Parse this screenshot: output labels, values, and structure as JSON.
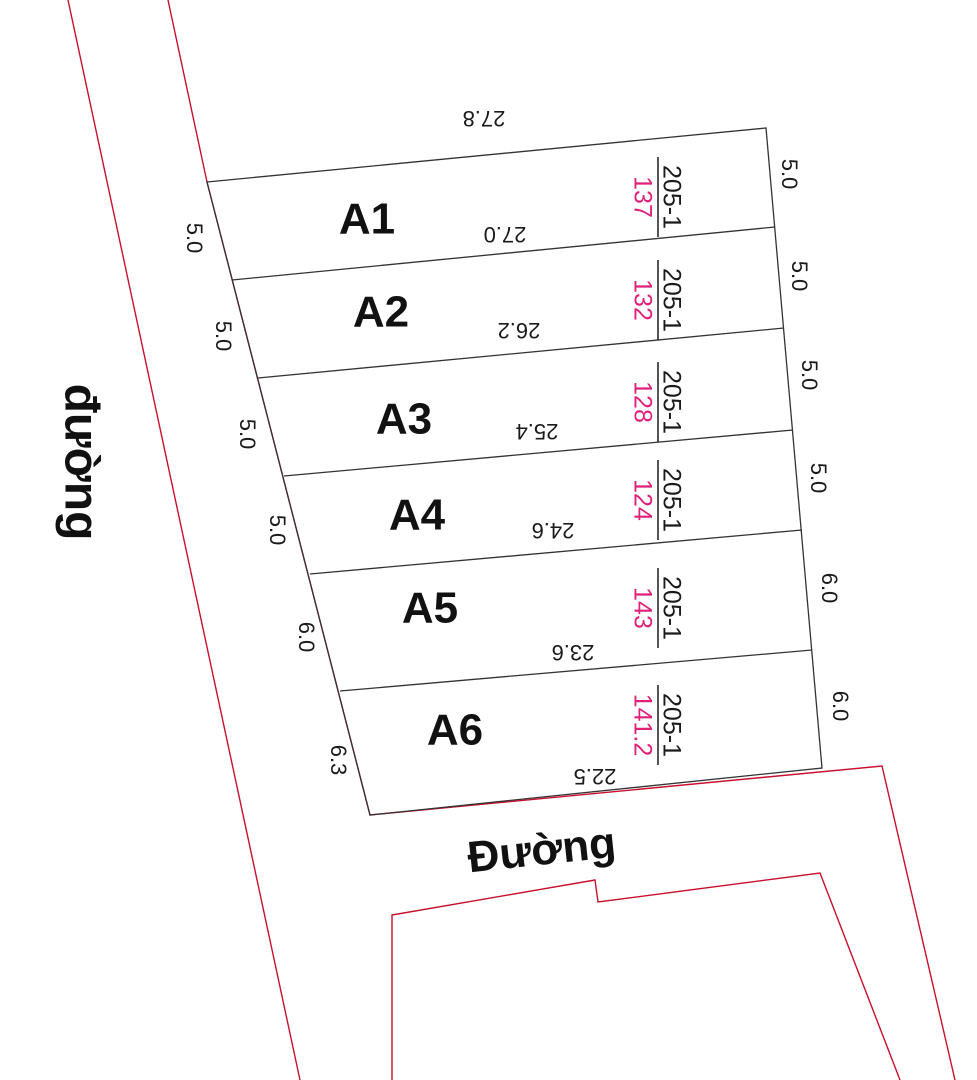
{
  "roads": {
    "left_label": "đường",
    "bottom_label": "Đường"
  },
  "frontage": {
    "top": "27.8",
    "left_segments": [
      "5.0",
      "5.0",
      "5.0",
      "5.0",
      "6.0",
      "6.3"
    ],
    "right_segments": [
      "5.0",
      "5.0",
      "5.0",
      "5.0",
      "6.0",
      "6.0"
    ]
  },
  "plots": [
    {
      "name": "A1",
      "depth": "27.0",
      "parcel": "205-1",
      "area": "137"
    },
    {
      "name": "A2",
      "depth": "26.2",
      "parcel": "205-1",
      "area": "132"
    },
    {
      "name": "A3",
      "depth": "25.4",
      "parcel": "205-1",
      "area": "128"
    },
    {
      "name": "A4",
      "depth": "24.6",
      "parcel": "205-1",
      "area": "124"
    },
    {
      "name": "A5",
      "depth": "23.6",
      "parcel": "205-1",
      "area": "143"
    },
    {
      "name": "A6",
      "depth": "22.5",
      "parcel": "205-1",
      "area": "141.2"
    }
  ],
  "colors": {
    "boundary_red": "#c8102e",
    "lot_line": "#333333",
    "area_pink": "#e0217a"
  }
}
